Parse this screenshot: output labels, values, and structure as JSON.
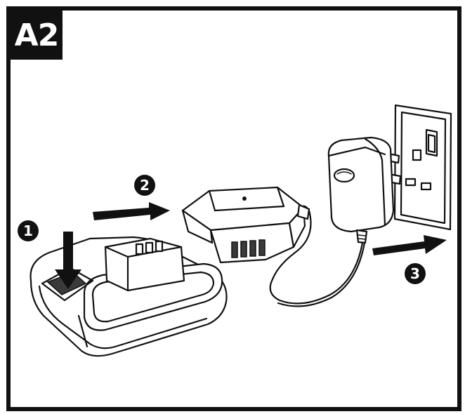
{
  "panel_label": "A2",
  "steps": [
    {
      "number": "1"
    },
    {
      "number": "2"
    },
    {
      "number": "3"
    }
  ],
  "colors": {
    "ink": "#111111",
    "paper": "#ffffff"
  }
}
